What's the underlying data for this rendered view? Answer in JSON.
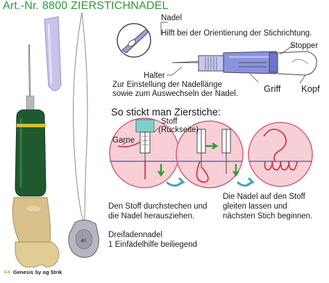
{
  "title": "Art.-Nr. 8800 ZIERSTICHNADEL",
  "diagram": {
    "needle_label": "Nadel",
    "needle_desc": "Hilft bei der Orientierung der Stichrichtung.",
    "stopper_label": "Stopper",
    "holder_label": "Halter",
    "holder_desc_line1": "Zur Einstellung der Nadellänge",
    "holder_desc_line2": "sowie zum Auswechseln der Nadel.",
    "grip_label": "Griff",
    "head_label": "Kopf"
  },
  "howto": {
    "heading": "So stickt man Zierstiche:",
    "fabric_label_line1": "Stoff",
    "fabric_label_line2": "(Rückseite)",
    "yarn_label": "Garne",
    "step1_line1": "Den Stoff durchstechen und",
    "step1_line2": "die Nadel herausziehen.",
    "step2_line1": "Die Nadel auf den Stoff",
    "step2_line2": "gleiten lassen und",
    "step2_line3": "nächsten Stich beginnen."
  },
  "threader": {
    "line1": "Dreifadennadel",
    "line2": "1 Einfädelhilfe beiliegend"
  },
  "footer": {
    "mark": "G-S",
    "text": "Genesis Sy og Strik"
  },
  "colors": {
    "title_green": "#2a9a3a",
    "grip_green": "#1f5a2e",
    "handle_tan": "#d8c08a",
    "cap_lavender": "#c9c2ea",
    "circle_fill": "#f7cfd6",
    "circle_stroke": "#d2607c",
    "thread_red": "#c8283a",
    "arrow_green": "#2c9a3a",
    "arrow_teal": "#3aa6b8",
    "diagram_blue": "#8a92e0"
  }
}
